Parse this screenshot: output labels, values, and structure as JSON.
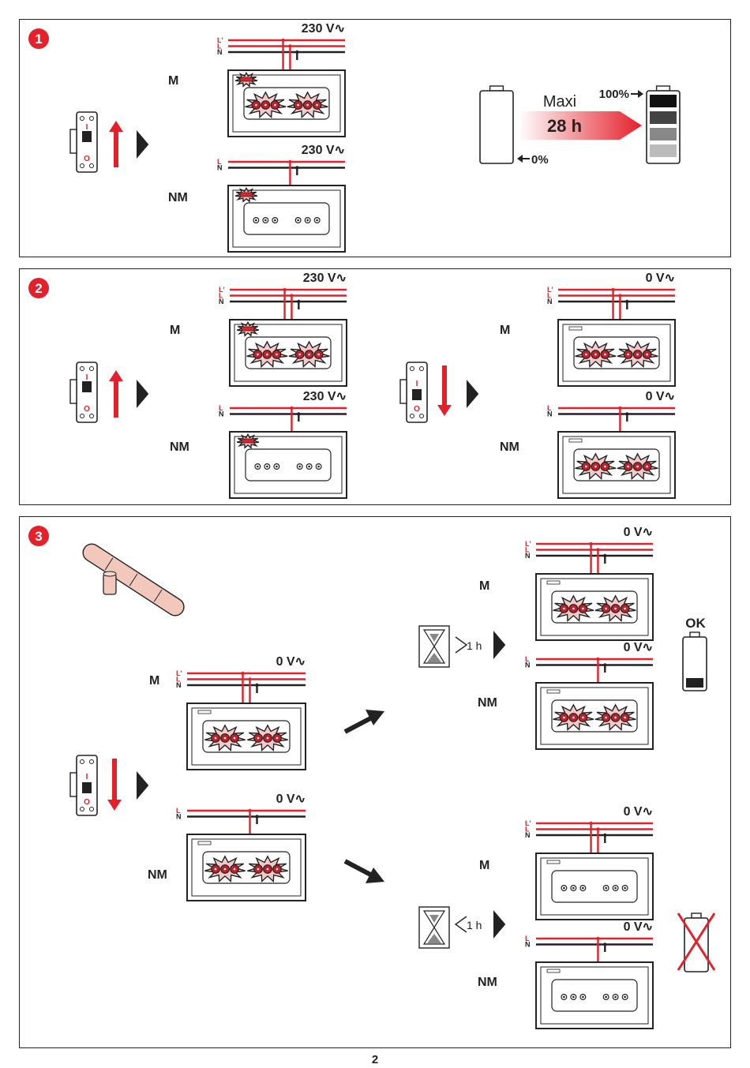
{
  "colors": {
    "red": "#e4202a",
    "dark": "#222222",
    "led": "#c0202a",
    "glow": "#f3c9c9"
  },
  "labels": {
    "M": "M",
    "NM": "NM",
    "L_prime": "L'",
    "L": "L",
    "N": "N",
    "breaker_on": "I",
    "breaker_off": "O"
  },
  "panel1": {
    "number": "1",
    "voltage_M": "230 V∿",
    "voltage_NM": "230 V∿",
    "battery": {
      "maxi": "Maxi",
      "duration": "28 h",
      "full": "100%",
      "empty": "0%"
    }
  },
  "panel2": {
    "number": "2",
    "left_voltage_M": "230 V∿",
    "left_voltage_NM": "230 V∿",
    "right_voltage_M": "0 V∿",
    "right_voltage_NM": "0 V∿"
  },
  "panel3": {
    "number": "3",
    "center_voltage_M": "0 V∿",
    "center_voltage_NM": "0 V∿",
    "top": {
      "time": "1 h",
      "voltage_M": "0 V∿",
      "voltage_NM": "0 V∿",
      "status": "OK"
    },
    "bottom": {
      "time": "1 h",
      "voltage_M": "0 V∿",
      "voltage_NM": "0 V∿"
    }
  },
  "page_number": "2",
  "icons": [
    "circuit-breaker-icon",
    "arrow-up-icon",
    "arrow-down-icon",
    "play-icon",
    "battery-icon",
    "hourglass-icon",
    "battery-tube-icon",
    "crossed-battery-icon"
  ]
}
